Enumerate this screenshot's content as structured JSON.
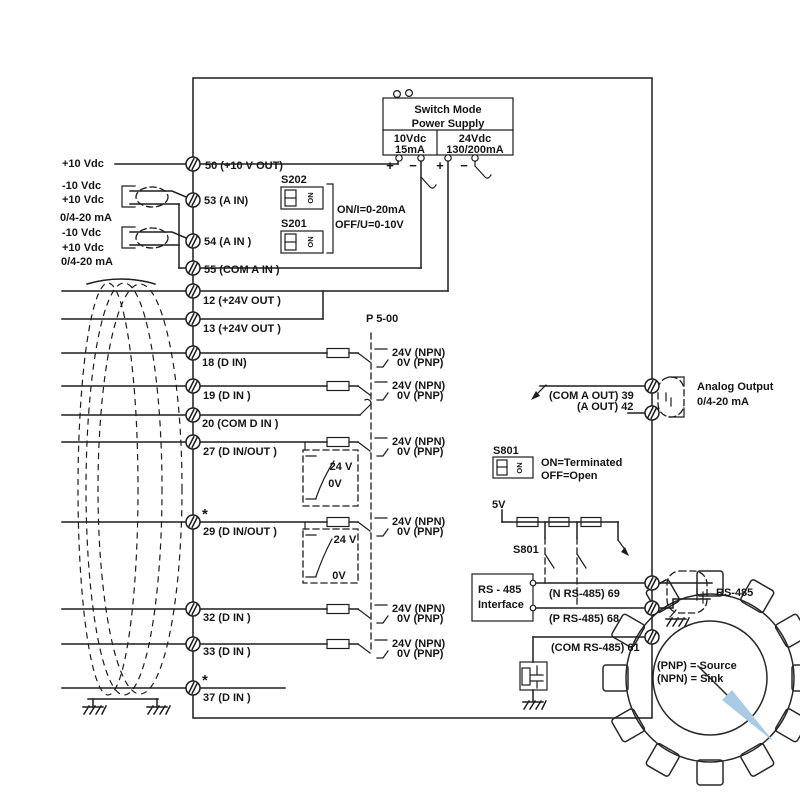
{
  "psu": {
    "t1": "Switch Mode",
    "t2": "Power Supply",
    "v1": "10Vdc",
    "a1": "15mA",
    "v2": "24Vdc",
    "a2": "130/200mA",
    "plus": "+",
    "minus": "−"
  },
  "left": {
    "p10": "+10 Vdc",
    "m10a": "-10 Vdc",
    "p10a": "+10 Vdc",
    "ma": "0/4-20 mA",
    "m10b": "-10 Vdc",
    "p10b": "+10 Vdc",
    "mb": "0/4-20 mA"
  },
  "term": {
    "t50": "50 (+10 V OUT)",
    "t53": "53 (A IN)",
    "t54": "54 (A IN )",
    "t55": "55 (COM A IN )",
    "t12": "12 (+24V OUT )",
    "t13": "13 (+24V OUT )",
    "t18": "18 (D IN)",
    "t19": "19 (D IN )",
    "t20": "20 (COM D IN )",
    "t27": "27 (D IN/OUT )",
    "t29": "29 (D IN/OUT )",
    "t32": "32 (D IN )",
    "t33": "33 (D IN )",
    "t37": "37 (D IN )",
    "t39": "(COM A OUT) 39",
    "t42": "(A OUT) 42",
    "t69": "(N RS-485) 69",
    "t68": "(P RS-485) 68",
    "t61": "(COM RS-485) 61",
    "star": "*"
  },
  "dip": {
    "s202": "S202",
    "s201": "S201",
    "on": "ON",
    "note1": "ON/I=0-20mA",
    "note2": "OFF/U=0-10V"
  },
  "s801": {
    "name": "S801",
    "on": "ON",
    "note1": "ON=Terminated",
    "note2": "OFF=Open",
    "five_v": "5V"
  },
  "dio": {
    "p500": "P 5-00",
    "npn": "24V (NPN)",
    "pnp": "0V (PNP)",
    "v24": "24 V",
    "v0": "0V"
  },
  "ao": {
    "l1": "Analog Output",
    "l2": "0/4-20 mA"
  },
  "rs": {
    "b1": "RS - 485",
    "b2": "Interface",
    "ext": "RS-485"
  },
  "legend": {
    "src": "(PNP)  =  Source",
    "snk": "(NPN)  =  Sink"
  }
}
